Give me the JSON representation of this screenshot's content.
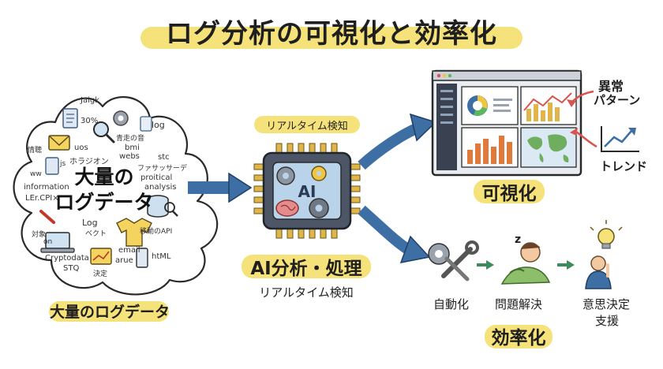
{
  "title": "ログ分析の可視化と効率化",
  "cloud": {
    "main_line1": "大量の",
    "main_line2": "ログデータ",
    "words": [
      "Jaigk",
      "30%",
      "ホラジオン",
      "uos",
      "log",
      "青走の音",
      "bmi",
      "webs",
      "stc",
      "情聴",
      "ファサッサーデ",
      "proitical",
      "analysis",
      "information",
      "LEr.CPI×",
      "Log",
      "ベクト",
      "移動のAPI",
      "対象",
      "on",
      "email",
      "arue",
      "htML",
      "Cryptodata",
      "STQ",
      "決定",
      "js",
      "ww"
    ]
  },
  "bottom_left_label": "大量のログデータ",
  "chip": {
    "text": "AI",
    "top_label": "リアルタイム検知",
    "bottom_label": "AI分析・処理",
    "sub_label": "リアルタイム検知"
  },
  "dashboard": {
    "label": "可視化",
    "anomaly_label_line1": "異常",
    "anomaly_label_line2": "パターン",
    "trend_label": "トレンド"
  },
  "efficiency": {
    "label": "効率化",
    "steps": [
      {
        "label": "自動化",
        "icon": "wrench-gear-icon"
      },
      {
        "label": "問題解決",
        "icon": "relaxing-person-icon"
      },
      {
        "label_line1": "意思決定",
        "label_line2": "支援",
        "icon": "idea-person-icon"
      }
    ],
    "sleep_text": "z"
  },
  "colors": {
    "highlight": "#f6e27a",
    "arrow_blue": "#3d6fa5",
    "arrow_green": "#3f8a5a",
    "accent_red": "#d9534f",
    "screen_dark": "#3a4150"
  }
}
